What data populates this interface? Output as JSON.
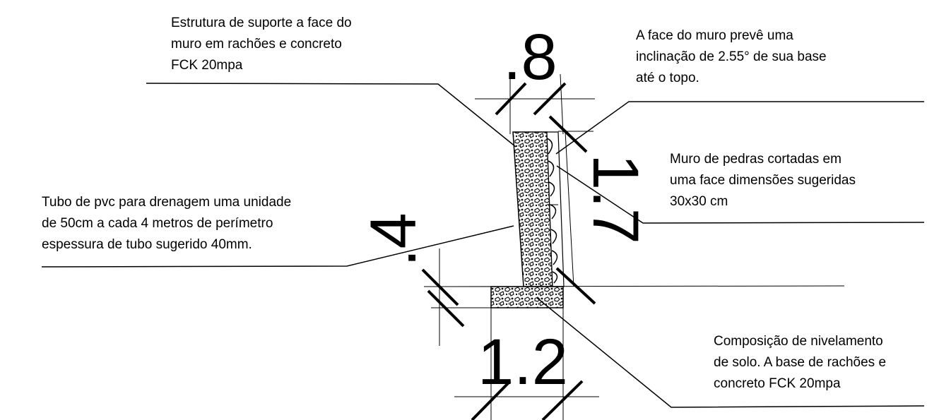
{
  "annotations": {
    "support_structure": {
      "lines": [
        "Estrutura de suporte a face do",
        "muro em rachões e concreto",
        "FCK 20mpa"
      ]
    },
    "face_inclination": {
      "lines": [
        "A face do muro prevê uma",
        "inclinação de 2.55° de sua base",
        "até o topo."
      ]
    },
    "cut_stone_wall": {
      "lines": [
        "Muro de pedras cortadas em",
        "uma face dimensões sugeridas",
        "30x30 cm"
      ]
    },
    "drain_pipe": {
      "lines": [
        "Tubo de pvc para drenagem uma unidade",
        "de 50cm a cada 4 metros de perímetro",
        "espessura de tubo sugerido 40mm."
      ]
    },
    "leveling_base": {
      "lines": [
        "Composição de nivelamento",
        "de solo. A base de rachões e",
        "concreto FCK 20mpa"
      ]
    }
  },
  "dimensions": {
    "top_width": ".8",
    "wall_height": "1.7",
    "footing_height": ".4",
    "base_width": "1.2"
  },
  "colors": {
    "ink": "#000000",
    "hatch": "#222222",
    "background": "#ffffff"
  }
}
